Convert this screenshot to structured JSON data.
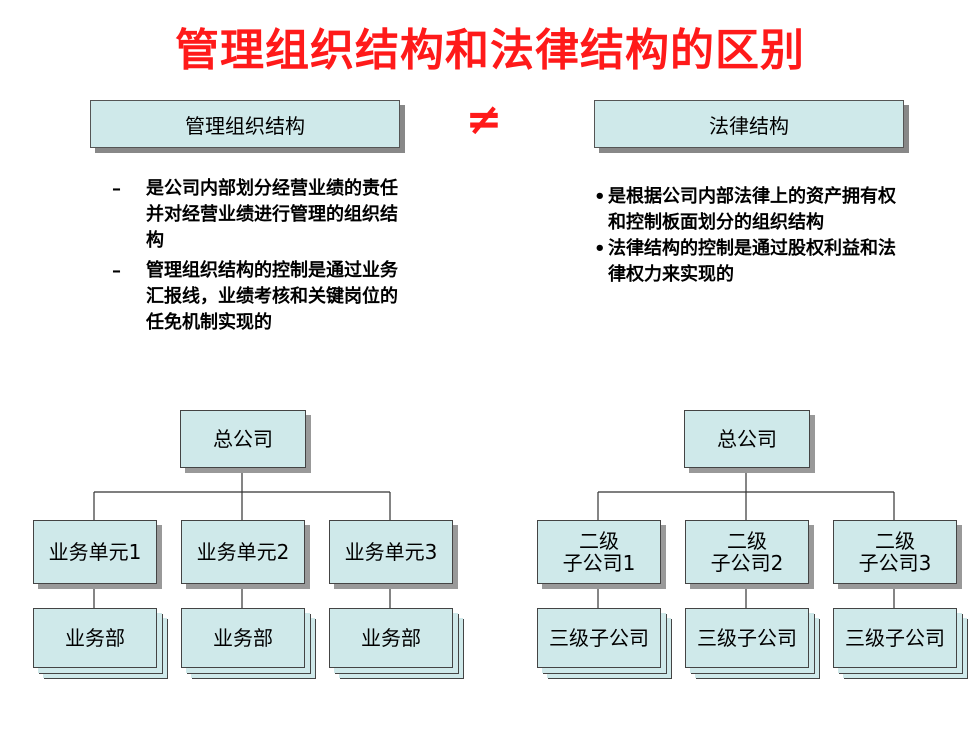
{
  "title": "管理组织结构和法律结构的区别",
  "neq_symbol": "≠",
  "left": {
    "header": "管理组织结构",
    "bullet_marker": "–",
    "bullets": [
      "是公司内部划分经营业绩的责任并对经营业绩进行管理的组织结构",
      "管理组织结构的控制是通过业务汇报线，业绩考核和关键岗位的任免机制实现的"
    ],
    "chart": {
      "root": "总公司",
      "units": [
        "业务单元1",
        "业务单元2",
        "业务单元3"
      ],
      "departments": [
        "业务部",
        "业务部",
        "业务部"
      ]
    }
  },
  "right": {
    "header": "法律结构",
    "bullet_marker": "•",
    "bullets": [
      "是根据公司内部法律上的资产拥有权和控制板面划分的组织结构",
      "法律结构的控制是通过股权利益和法律权力来实现的"
    ],
    "chart": {
      "root": "总公司",
      "second_level": [
        {
          "line1": "二级",
          "line2": "子公司1"
        },
        {
          "line1": "二级",
          "line2": "子公司2"
        },
        {
          "line1": "二级",
          "line2": "子公司3"
        }
      ],
      "third_level": [
        "三级子公司",
        "三级子公司",
        "三级子公司"
      ]
    }
  },
  "colors": {
    "title": "#ff1a1a",
    "box_fill": "#cfe9ea",
    "neq": "#ff1a1a"
  }
}
